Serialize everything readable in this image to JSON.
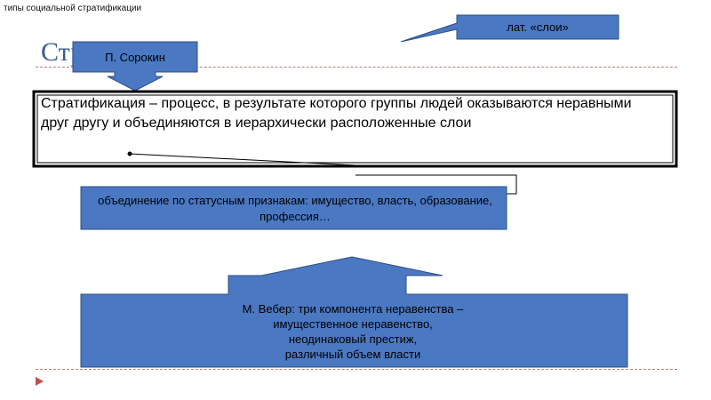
{
  "page": {
    "header": "типы социальной стратификации",
    "title": "Стр"
  },
  "callouts": {
    "latin": "лат. «слои»",
    "sorokin": "П. Сорокин"
  },
  "definition": {
    "text": "Стратификация – процесс, в результате которого группы людей оказываются неравными друг другу и объединяются в иерархически расположенные слои"
  },
  "status_box": {
    "text": "объединение по статусным признакам: имущество, власть, образование, профессия…"
  },
  "weber_box": {
    "line1": "М. Вебер: три компонента неравенства –",
    "line2": "имущественное неравенство,",
    "line3": "неодинаковый престиж,",
    "line4": "различный объем власти"
  },
  "colors": {
    "shape_fill": "#4a78c2",
    "shape_border": "#2e4f86",
    "title": "#3d5d8f",
    "dashed_line": "#c47a7a",
    "nav_arrow": "#c0504d"
  },
  "icons": {
    "nav": "play-triangle-icon"
  }
}
